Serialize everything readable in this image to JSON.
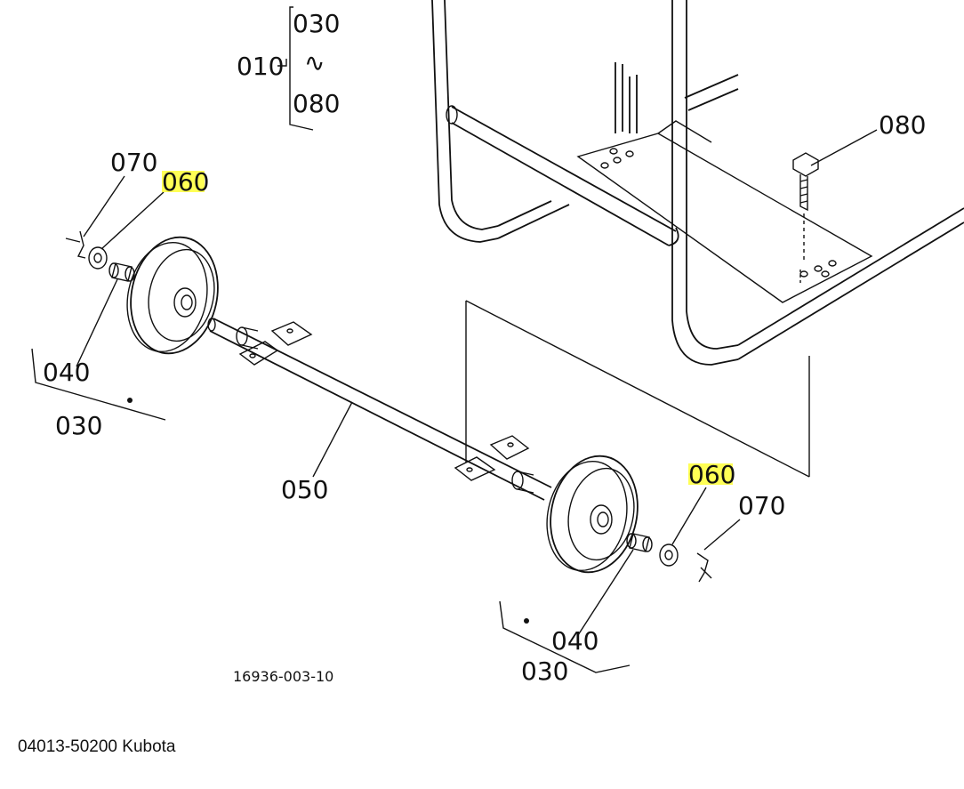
{
  "callouts": {
    "group_top": "030",
    "group_tilde": "∿",
    "group_bottom": "080",
    "group_parent": "010",
    "bolt_080": "080",
    "left_070": "070",
    "left_060": "060",
    "left_040": "040",
    "left_030": "030",
    "axle_050": "050",
    "right_060": "060",
    "right_070": "070",
    "right_040": "040",
    "right_030": "030"
  },
  "drawing_number": "16936-003-10",
  "caption": "04013-50200 Kubota",
  "colors": {
    "highlight": "#ffff55",
    "ink": "#111111",
    "background": "#ffffff"
  }
}
